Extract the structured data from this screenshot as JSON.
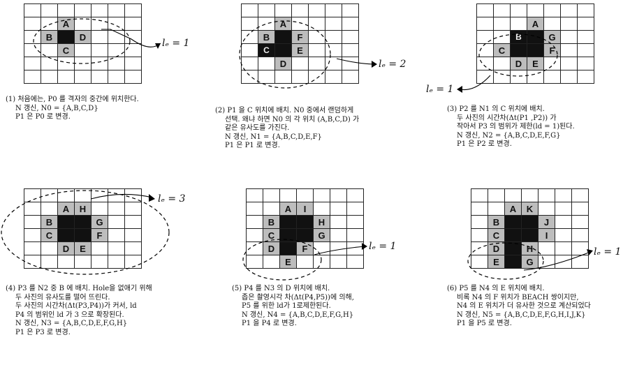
{
  "panels": [
    {
      "ld": "lₑ = 1",
      "grid": [
        [
          "",
          "",
          "",
          "",
          "",
          "",
          ""
        ],
        [
          "",
          "",
          "A",
          "",
          "",
          "",
          ""
        ],
        [
          "",
          "B",
          "░",
          "D",
          "",
          "",
          ""
        ],
        [
          "",
          "",
          "C",
          "",
          "",
          "",
          ""
        ],
        [
          "",
          "",
          "",
          "",
          "",
          "",
          ""
        ],
        [
          "",
          "",
          "",
          "",
          "",
          "",
          ""
        ]
      ],
      "caption": [
        "(1) 처음에는, P0 를 격자의 중간에 위치한다.",
        "N 갱신, N0 = {A,B,C,D}",
        "P1 은 P0 로 변경."
      ]
    },
    {
      "ld": "lₑ = 2",
      "grid": [
        [
          "",
          "",
          "",
          "",
          "",
          "",
          ""
        ],
        [
          "",
          "",
          "A",
          "",
          "",
          "",
          ""
        ],
        [
          "",
          "B",
          "",
          "F",
          "",
          "",
          ""
        ],
        [
          "",
          "C",
          "",
          "E",
          "",
          "",
          ""
        ],
        [
          "",
          "",
          "D",
          "",
          "",
          "",
          ""
        ],
        [
          "",
          "",
          "",
          "",
          "",
          "",
          ""
        ]
      ],
      "caption": [
        "(2) P1 을 C 위치에 배치. N0 중에서 랜덤하게",
        "선택. 왜냐 하면 N0 의 각 위치 (A,B,C,D) 가",
        "같은 유사도를 가진다.",
        "N 갱신, N1 = {A,B,C,D,E,F}",
        "P1 은 P1 로 변경."
      ]
    },
    {
      "ld": "lₑ = 1",
      "grid": [
        [
          "",
          "",
          "",
          "",
          "",
          "",
          ""
        ],
        [
          "",
          "",
          "",
          "A",
          "",
          "",
          ""
        ],
        [
          "",
          "",
          "B",
          "",
          "G",
          "",
          ""
        ],
        [
          "",
          "C",
          "",
          "",
          "F",
          "",
          ""
        ],
        [
          "",
          "",
          "D",
          "E",
          "",
          "",
          ""
        ],
        [
          "",
          "",
          "",
          "",
          "",
          "",
          ""
        ]
      ],
      "caption": [
        "(3) P2 를 N1 의 C 위치에 배치.",
        "두 사진의 시간차(Δt(P1 ,P2)) 가",
        "작아서  P3 의 범위가 제한(ld = 1)된다.",
        "N 갱신, N2 = {A,B,C,D,E,F,G}",
        "P1 은 P2 로 변경."
      ]
    },
    {
      "ld": "lₑ = 3",
      "grid": [
        [
          "",
          "",
          "",
          "",
          "",
          "",
          ""
        ],
        [
          "",
          "",
          "A",
          "H",
          "",
          "",
          ""
        ],
        [
          "",
          "B",
          "",
          "",
          "G",
          "",
          ""
        ],
        [
          "",
          "C",
          "",
          "",
          "F",
          "",
          ""
        ],
        [
          "",
          "",
          "D",
          "E",
          "",
          "",
          ""
        ],
        [
          "",
          "",
          "",
          "",
          "",
          "",
          ""
        ]
      ],
      "caption": [
        "(4) P3 를 N2 중 B 에  배치. Hole을 없애기 위해",
        "두 사진의 유사도를 떨어 뜨린다.",
        "두 사진의 시간차(Δt(P3,P4))가 커서, ld",
        "P4 의 범위인 ld 가 3 으로 확장된다.",
        "N 갱신, N3 = {A,B,C,D,E,F,G,H}",
        "P1 은 P3 로 변경."
      ]
    },
    {
      "ld": "lₑ = 1",
      "grid": [
        [
          "",
          "",
          "",
          "",
          "",
          "",
          ""
        ],
        [
          "",
          "",
          "A",
          "I",
          "",
          "",
          ""
        ],
        [
          "",
          "B",
          "",
          "",
          "H",
          "",
          ""
        ],
        [
          "",
          "C",
          "",
          "",
          "G",
          "",
          ""
        ],
        [
          "",
          "D",
          "",
          "F",
          "",
          "",
          ""
        ],
        [
          "",
          "",
          "E",
          "",
          "",
          "",
          ""
        ]
      ],
      "caption": [
        "(5) P4 를  N3 의 D 위치에 배치.",
        "좁은 촬영시각 차(Δt(P4,P5))에 의해,",
        "P5 를 위한 ld가 1로제한된다.",
        "N 갱신, N4 = {A,B,C,D,E,F,G,H}",
        "P1 을 P4 로 변경."
      ]
    },
    {
      "ld": "lₑ = 1",
      "grid": [
        [
          "",
          "",
          "",
          "",
          "",
          "",
          ""
        ],
        [
          "",
          "",
          "A",
          "K",
          "",
          "",
          ""
        ],
        [
          "",
          "B",
          "",
          "",
          "J",
          "",
          ""
        ],
        [
          "",
          "C",
          "",
          "",
          "I",
          "",
          ""
        ],
        [
          "",
          "D",
          "",
          "H",
          "",
          "",
          ""
        ],
        [
          "",
          "E",
          "",
          "G",
          "",
          "",
          ""
        ]
      ],
      "caption": [
        "(6) P5 를 N4 의 E 위치에 배치.",
        "비록 N4 의 F 위치가 BEACH 쌍이지만,",
        "N4 의  E 위치가 더 유사한 것으로 계산되었다",
        "N 갱신, N5 = {A,B,C,D,E,F,G,H,I,J,K}",
        "P1 을 P5 로 변경."
      ]
    }
  ]
}
